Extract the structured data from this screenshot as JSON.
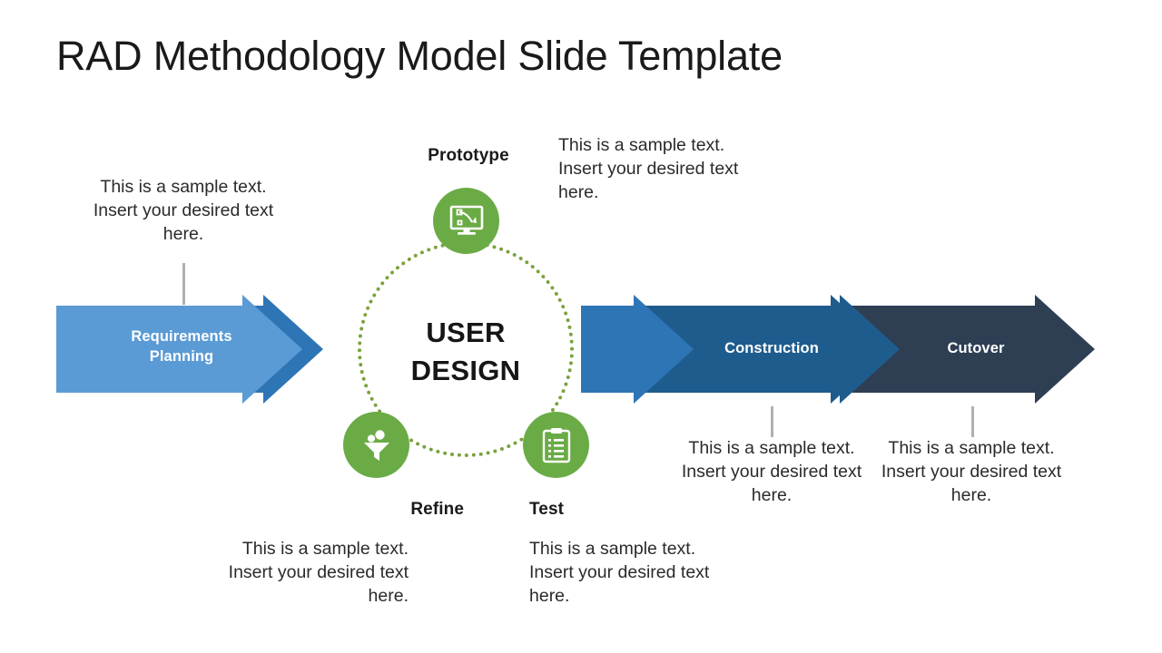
{
  "title": "RAD Methodology Model Slide Template",
  "colors": {
    "stage_light_blue": "#5B9BD5",
    "stage_mid_blue": "#2E75B6",
    "stage_deep_blue": "#1F5C8E",
    "stage_navy": "#2E3F54",
    "icon_green": "#6AAB46",
    "dotted_green": "#7AA23C",
    "connector_gray": "#B0B0B0",
    "text_dark": "#1A1A1A",
    "text_body": "#2B2B2B",
    "label_white": "#FFFFFF",
    "background": "#FFFFFF"
  },
  "center": {
    "label": "USER\nDESIGN"
  },
  "stages": [
    {
      "id": "requirements-planning",
      "label": "Requirements\nPlanning",
      "color": "#5B9BD5"
    },
    {
      "id": "construction",
      "label": "Construction",
      "color": "#1F5C8E"
    },
    {
      "id": "cutover",
      "label": "Cutover",
      "color": "#2E3F54"
    }
  ],
  "nodes": [
    {
      "id": "prototype",
      "label": "Prototype",
      "icon": "monitor-design-icon"
    },
    {
      "id": "refine",
      "label": "Refine",
      "icon": "funnel-people-icon"
    },
    {
      "id": "test",
      "label": "Test",
      "icon": "clipboard-checklist-icon"
    }
  ],
  "descriptions": {
    "requirements": "This is a sample text. Insert your desired text here.",
    "prototype": "This is a sample text. Insert your desired text here.",
    "refine": "This is a sample text. Insert your desired text here.",
    "test": "This is a sample text. Insert your desired text here.",
    "construction": "This is a sample text. Insert your desired text here.",
    "cutover": "This is a sample text. Insert your desired text here."
  }
}
